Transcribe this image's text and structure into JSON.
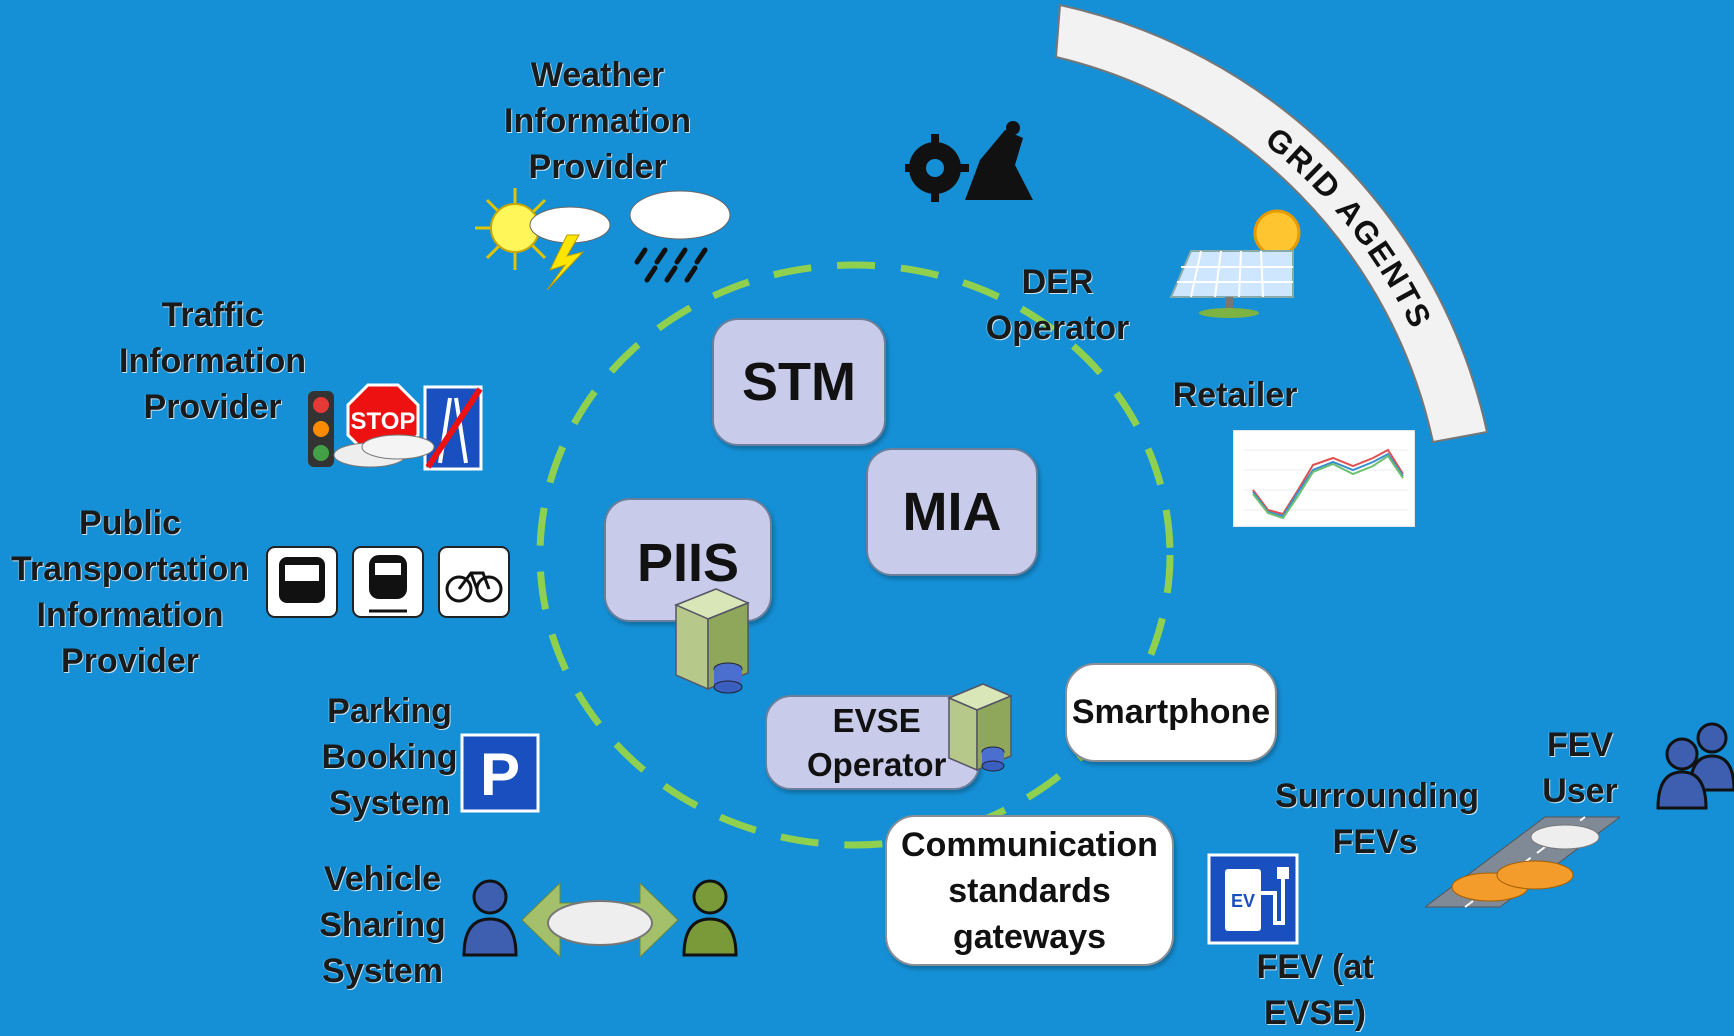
{
  "labels": {
    "weather": "Weather\nInformation\nProvider",
    "traffic": "Traffic\nInformation\nProvider",
    "public_transport": "Public\nTransportation\nInformation\nProvider",
    "parking": "Parking Booking\nSystem",
    "vehicle_sharing": "Vehicle\nSharing\nSystem",
    "der": "DER Operator",
    "retailer": "Retailer",
    "fev_user": "FEV User",
    "surrounding": "Surrounding\nFEVs",
    "fev_evse": "FEV (at EVSE)",
    "grid_agents": "GRID AGENTS"
  },
  "boxes": {
    "stm": "STM",
    "mia": "MIA",
    "piis": "PIIS",
    "evse": "EVSE\nOperator",
    "smartphone": "Smartphone",
    "gateways": "Communication\nstandards\ngateways"
  },
  "icons": {
    "stop_sign": "STOP",
    "parking_sign": "P",
    "ev_charger": "EV"
  },
  "colors": {
    "background": "#1590d6",
    "box_fill": "#c8cbea",
    "dashed_ring": "#8fd14f"
  }
}
